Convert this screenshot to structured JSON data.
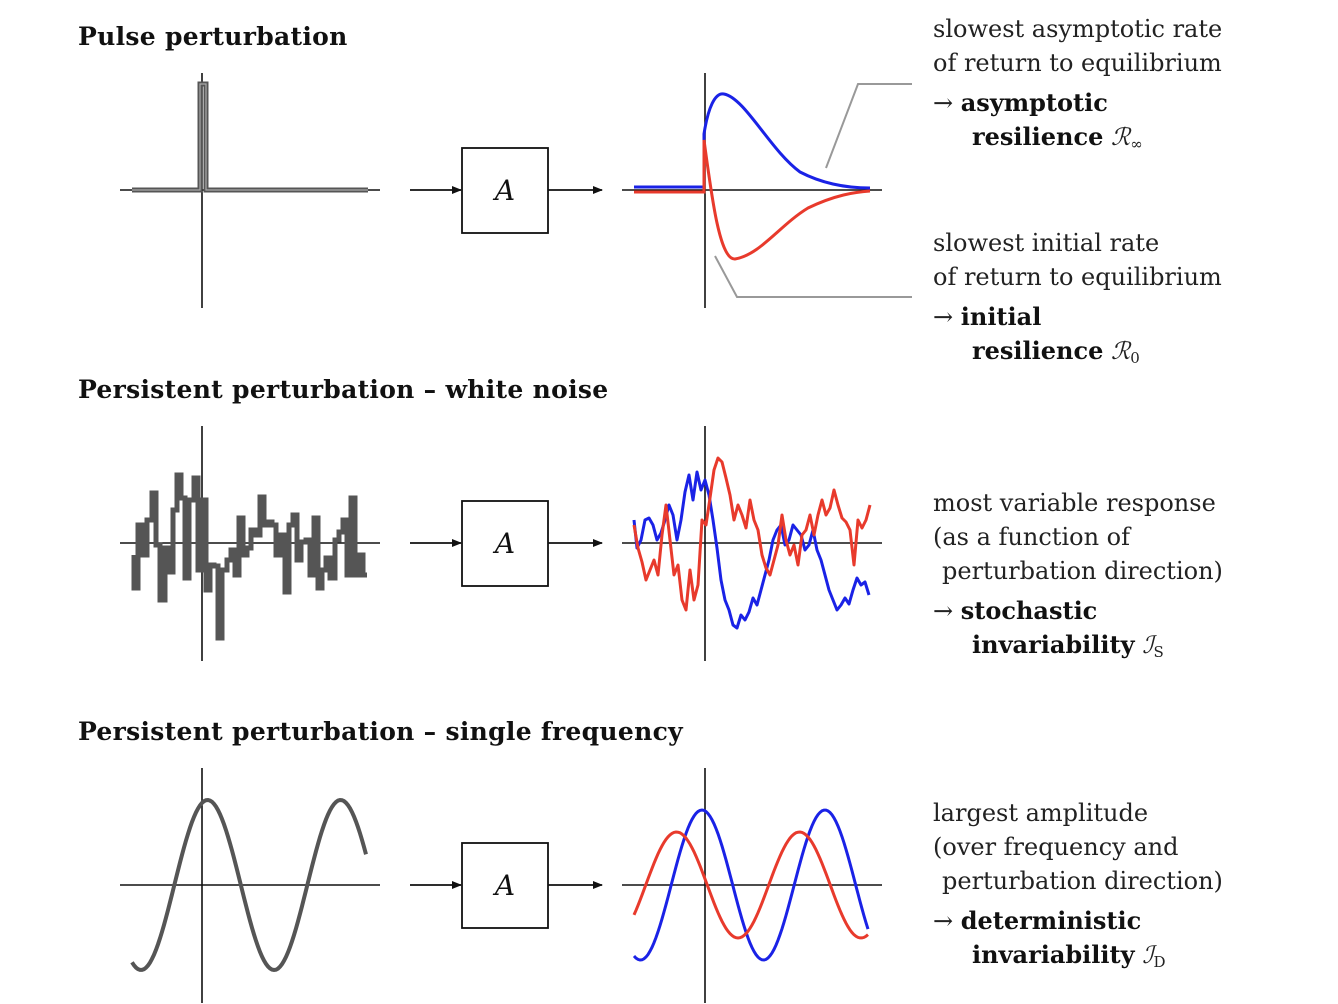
{
  "sections": [
    {
      "title": "Pulse perturbation",
      "operator": "A"
    },
    {
      "title": "Persistent perturbation – white noise",
      "operator": "A",
      "desc": {
        "lines": [
          "most variable response",
          "(as a function of",
          "perturbation direction)"
        ],
        "arrow": "→",
        "term_line1": "stochastic",
        "term_line2": "invariability",
        "symbol": "ℐ",
        "subscript": "S"
      }
    },
    {
      "title": "Persistent perturbation – single frequency",
      "operator": "A",
      "desc": {
        "lines": [
          "largest amplitude",
          "(over frequency and",
          "perturbation direction)"
        ],
        "arrow": "→",
        "term_line1": "deterministic",
        "term_line2": "invariability",
        "symbol": "ℐ",
        "subscript": "D"
      }
    }
  ],
  "pulse_annotations": {
    "asymptotic": {
      "lines": [
        "slowest asymptotic rate",
        "of return to equilibrium"
      ],
      "arrow": "→",
      "term_line1": "asymptotic",
      "term_line2": "resilience",
      "symbol": "ℛ",
      "subscript": "∞"
    },
    "initial": {
      "lines": [
        "slowest initial rate",
        "of return to equilibrium"
      ],
      "arrow": "→",
      "term_line1": "initial",
      "term_line2": "resilience",
      "symbol": "ℛ",
      "subscript": "0"
    }
  },
  "colors": {
    "input": "#555555",
    "blue": "#1a22e6",
    "red": "#e83a2c",
    "axis": "#111111",
    "leader": "#999999"
  }
}
